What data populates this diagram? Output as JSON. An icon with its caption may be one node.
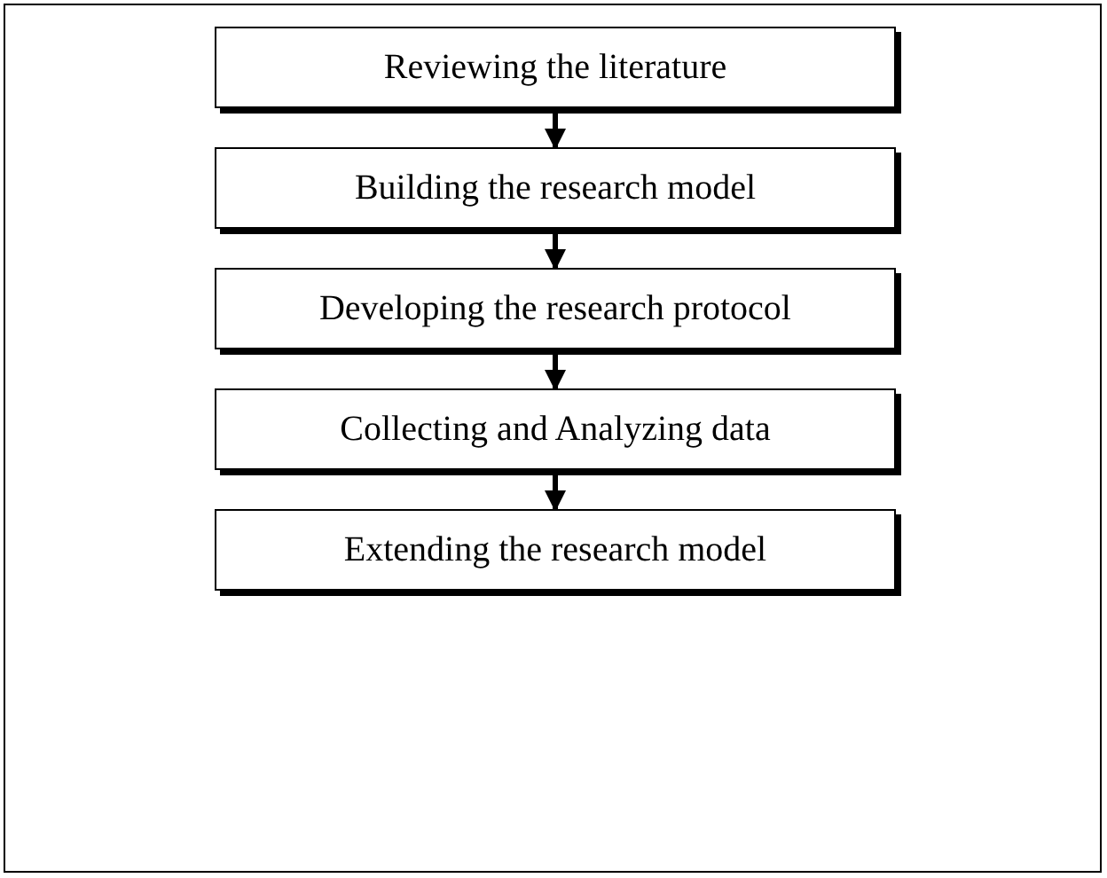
{
  "diagram": {
    "nodes": [
      {
        "text": [
          "Reviewing the literature"
        ]
      },
      {
        "text": [
          "Building the research model"
        ]
      },
      {
        "text": [
          "Developing the research protocol"
        ]
      },
      {
        "text": [
          "Collecting and Analyzing data"
        ]
      },
      {
        "text": [
          "Extending the research model"
        ]
      }
    ],
    "edges": [
      {
        "from": 0,
        "to": 1,
        "arrow": "to"
      },
      {
        "from": 1,
        "to": 2,
        "arrow": "to"
      },
      {
        "from": 2,
        "to": 3,
        "arrow": "to"
      },
      {
        "from": 3,
        "to": 4,
        "arrow": "to"
      }
    ]
  }
}
